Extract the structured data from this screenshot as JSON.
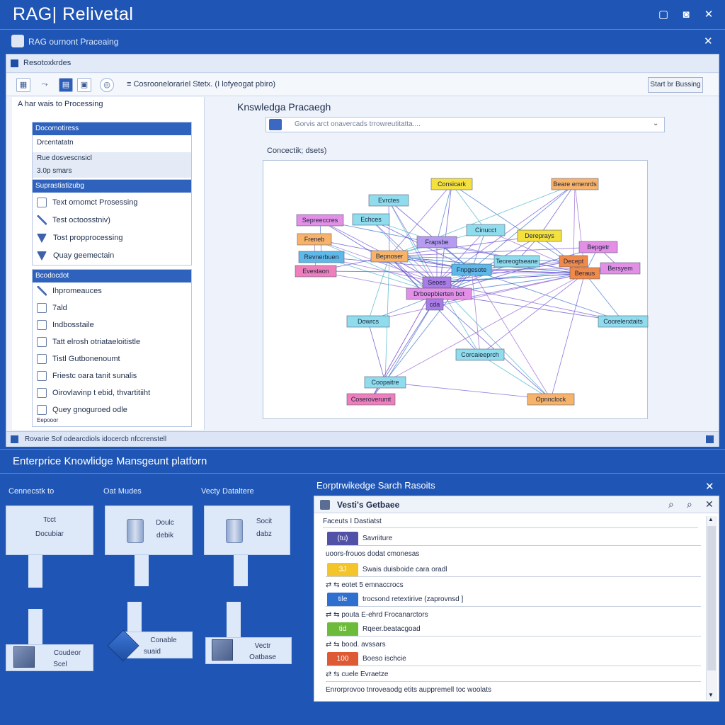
{
  "app": {
    "title": "RAG| Relivetal",
    "subtitle": "RAG ournont Praceaing",
    "window_label": "Resotoxkrdes",
    "controls": {
      "minimize": "▢",
      "restore": "◙",
      "close": "✕"
    }
  },
  "toolbar": {
    "path_text": "≡  Cosroonelorariel Stetx. (I lofyeogat pbiro)",
    "search_button": "Start br Bussing"
  },
  "left_panel": {
    "header": "A har wais to Processing",
    "group1": {
      "title": "Docomotiress",
      "rows": [
        "Drcentatatn",
        "Rue dosvescnsicl",
        "3.0p smars"
      ]
    },
    "group2": {
      "title": "Suprastiatizubg",
      "items": [
        "Text ornomct Prosessing",
        "Test octoosstniv)",
        "Tost propprocessing",
        "Quay geemectain"
      ]
    },
    "group3": {
      "title": "Bcodocdot",
      "items": [
        "Ihpromeauces",
        "7ald",
        "Indbosstaile",
        "Tatt elrosh otriataeloitistle",
        "Tistl Gutbonenoumt",
        "Friestc oara tanit sunalis",
        "Oirovlavinp t ebid, thvartitiiht",
        "Quey gnoguroed odle",
        "Eepooor"
      ]
    }
  },
  "knowledge_graph": {
    "title": "Knswledga Pracaegh",
    "search_placeholder": "Gorvis arct onavercads trrowreutitatta....",
    "subtitle": "Concectik; dsets)",
    "nodes": [
      {
        "label": "Consicark",
        "color": "#f5e13c"
      },
      {
        "label": "Evrctes",
        "color": "#8fdcec"
      },
      {
        "label": "Beare emenrds",
        "color": "#f7b36a"
      },
      {
        "label": "Sepreeccres",
        "color": "#e38fe6"
      },
      {
        "label": "Echces",
        "color": "#8fdcec"
      },
      {
        "label": "Cinucct",
        "color": "#8fdcec"
      },
      {
        "label": "Dereprays",
        "color": "#f5e13c"
      },
      {
        "label": "Freneb",
        "color": "#f7b36a"
      },
      {
        "label": "Frapsbe",
        "color": "#b69bf1"
      },
      {
        "label": "Bepgetr",
        "color": "#e38fe6"
      },
      {
        "label": "Revnerbuen",
        "color": "#5fb9e8"
      },
      {
        "label": "Bepnoser",
        "color": "#f7b36a"
      },
      {
        "label": "Fnpgesote",
        "color": "#5fb9e8"
      },
      {
        "label": "Teoreogtseane",
        "color": "#8fdcec"
      },
      {
        "label": "Decept",
        "color": "#f08a4a"
      },
      {
        "label": "Evestaon",
        "color": "#ee7fbb"
      },
      {
        "label": "Bersyem",
        "color": "#e38fe6"
      },
      {
        "label": "Beraus",
        "color": "#f08a4a"
      },
      {
        "label": "Seoes",
        "color": "#a97be6"
      },
      {
        "label": "Drboepbierten bot",
        "color": "#e38fe6"
      },
      {
        "label": "cda",
        "color": "#a97be6"
      },
      {
        "label": "Dowrcs",
        "color": "#8fdcec"
      },
      {
        "label": "Coorelerxtaits",
        "color": "#8fdcec"
      },
      {
        "label": "Corcaieeprch",
        "color": "#8fdcec"
      },
      {
        "label": "Coopaitre",
        "color": "#8fdcec"
      },
      {
        "label": "Coseroverumt",
        "color": "#ee7fbb"
      },
      {
        "label": "Opnnclock",
        "color": "#f7b36a"
      }
    ]
  },
  "status_bar": {
    "text": "Rovarie Sof odearcdiols idocercb nfccrenstell"
  },
  "pipeline": {
    "title": "Enterprice Knowlidge Mansgeunt platforn",
    "columns": [
      "Cennecstk to",
      "Oat Mudes",
      "Vecty Dataltere"
    ],
    "cards_top": [
      {
        "line1": "Tcct",
        "line2": "Docubiar"
      },
      {
        "line1": "Doulc",
        "line2": "debik"
      },
      {
        "line1": "Socit",
        "line2": "dabz"
      }
    ],
    "cards_bottom": [
      {
        "line1": "Coudeor",
        "line2": "Scel"
      },
      {
        "line1": "Conable",
        "line2": "suaid"
      },
      {
        "line1": "Vectr",
        "line2": "Oatbase"
      }
    ]
  },
  "search_results": {
    "section_title": "Eorptrwikedge Sarch Rasoits",
    "close": "✕",
    "window_title": "Vesti's Getbaee",
    "subheader": "Faceuts I Dastiatst",
    "tools": [
      "⌕",
      "⌕",
      "✕"
    ],
    "rows": [
      {
        "type": "badge",
        "badge": "(tu)",
        "color": "#5251a8",
        "label": "Savriiture"
      },
      {
        "type": "text",
        "label": "uoors-frouos dodat cmonesas"
      },
      {
        "type": "badge",
        "badge": "3J",
        "color": "#f4c52a",
        "label": "Swais duisboide cara oradl"
      },
      {
        "type": "text",
        "label": "⇄ ⇆  eotet 5 emnaccrocs"
      },
      {
        "type": "badge",
        "badge": "tile",
        "color": "#2f6fd0",
        "label": "trocsond retextirive (zaprovnsd ]"
      },
      {
        "type": "text",
        "label": "⇄ ⇆  pouta E-ehrd Frocanarctors"
      },
      {
        "type": "badge",
        "badge": "tid",
        "color": "#6dbb3a",
        "label": "Rqeer.beatacgoad"
      },
      {
        "type": "text",
        "label": "⇄ ⇆  bood. avssars"
      },
      {
        "type": "badge",
        "badge": "100",
        "color": "#dd5a34",
        "label": "Boeso ischcie"
      },
      {
        "type": "text",
        "label": "⇄ ⇆  cuele Evraetze"
      },
      {
        "type": "text",
        "label": "Enrorprovoo tnroveaodg etits auppremell toc woolats"
      }
    ]
  }
}
